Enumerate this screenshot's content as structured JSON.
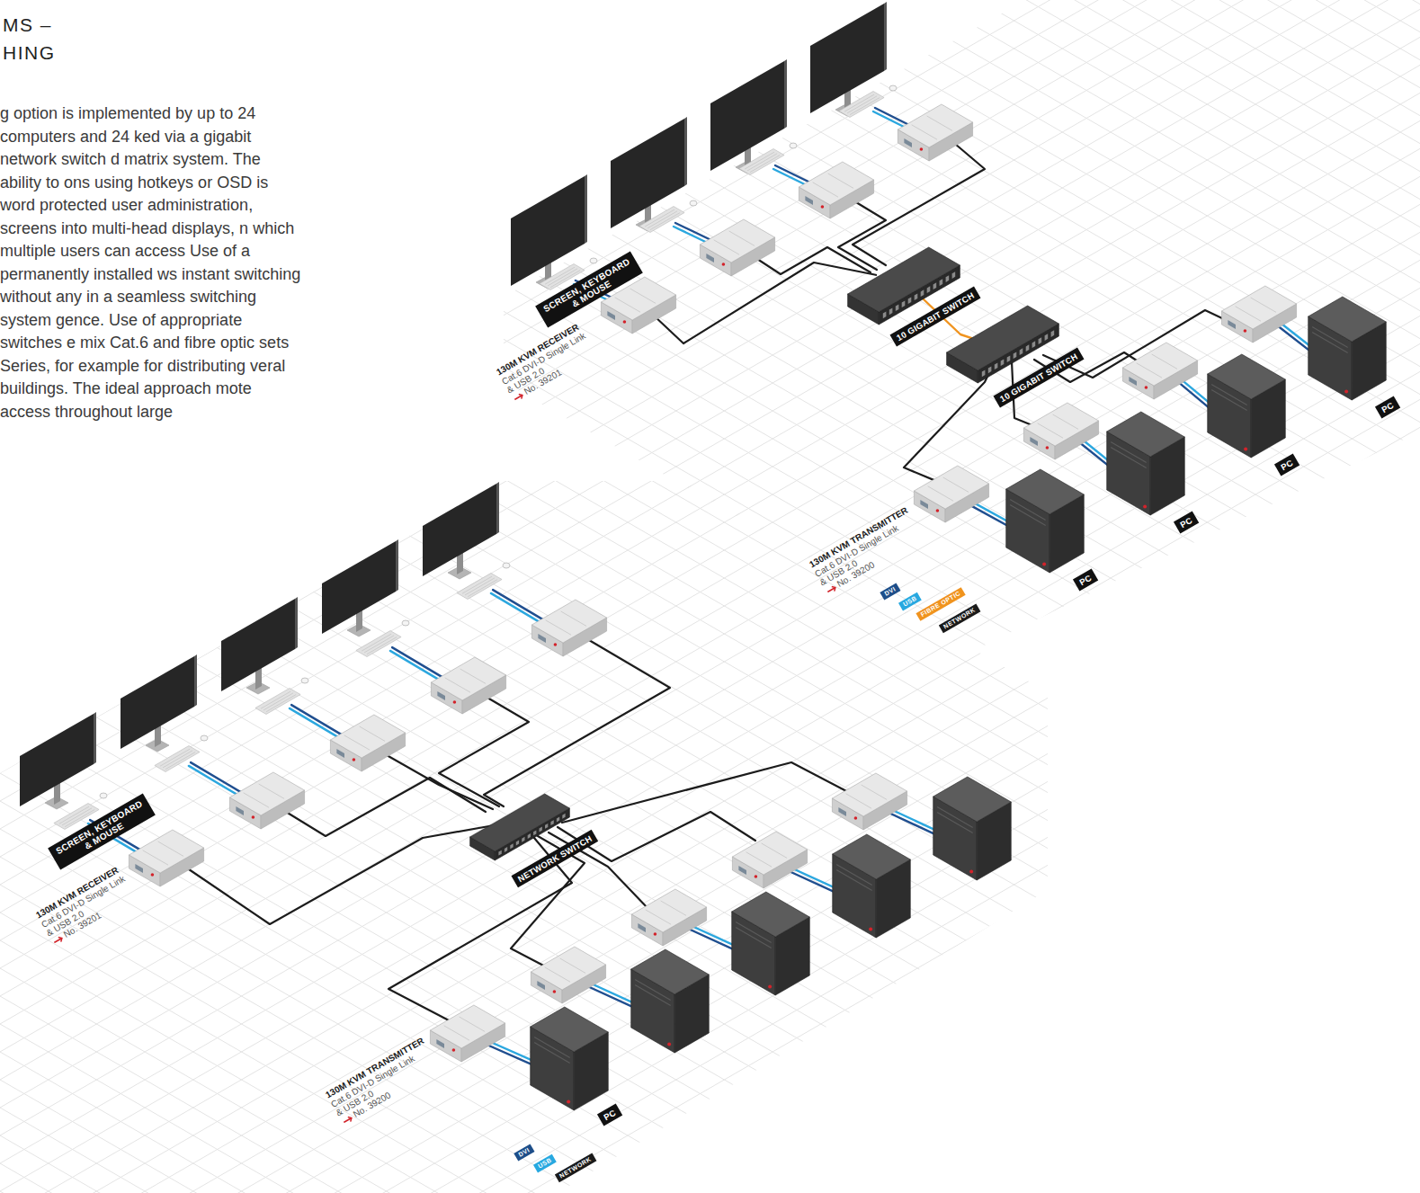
{
  "diagram": {
    "title": "MS – HING",
    "nodes": [
      {
        "text": [
          "SCREEN, KEYBOARD & MOUSE"
        ]
      },
      {
        "text": [
          "130M KVM RECEIVER",
          "Cat.6 DVI-D Single Link & USB 2.0",
          "No. 39201"
        ]
      },
      {
        "text": [
          "10 GIGABIT SWITCH"
        ]
      },
      {
        "text": [
          "10 GIGABIT SWITCH"
        ]
      },
      {
        "text": [
          "130M KVM TRANSMITTER",
          "Cat.6 DVI-D Single Link & USB 2.0",
          "No. 39200"
        ]
      },
      {
        "text": [
          "PC"
        ]
      },
      {
        "text": [
          "PC"
        ]
      },
      {
        "text": [
          "PC"
        ]
      },
      {
        "text": [
          "PC"
        ]
      },
      {
        "text": [
          "SCREEN, KEYBOARD & MOUSE"
        ]
      },
      {
        "text": [
          "130M KVM RECEIVER",
          "Cat.6 DVI-D Single Link & USB 2.0",
          "No. 39201"
        ]
      },
      {
        "text": [
          "NETWORK SWITCH"
        ]
      },
      {
        "text": [
          "130M KVM TRANSMITTER",
          "Cat.6 DVI-D Single Link & USB 2.0",
          "No. 39200"
        ]
      },
      {
        "text": [
          "PC"
        ]
      }
    ],
    "edges": [
      {
        "from": 1,
        "to": 2,
        "arrow": "none"
      },
      {
        "from": 2,
        "to": 3,
        "arrow": "none"
      },
      {
        "from": 3,
        "to": 4,
        "arrow": "none"
      },
      {
        "from": 10,
        "to": 11,
        "arrow": "none"
      },
      {
        "from": 11,
        "to": 12,
        "arrow": "none"
      }
    ],
    "labels": [
      "g option is implemented by up to 24 computers and 24 ked via a gigabit network switch d matrix system. The ability to ons using hotkeys or OSD is word protected user administration, screens into multi-head displays, n which multiple users can access Use of a permanently installed ws instant switching without any in a seamless switching system gence. Use of appropriate switches e mix Cat.6 and fibre optic sets Series, for example for distributing veral buildings. The ideal approach mote access throughout large"
    ],
    "legend": [
      {
        "text": "DVI",
        "color": "#1d4e89"
      },
      {
        "text": "USB",
        "color": "#27a8e0"
      },
      {
        "text": "FIBRE OPTIC",
        "color": "#f0931e"
      },
      {
        "text": "NETWORK",
        "color": "#1a1a1a"
      },
      {
        "text": "DVI",
        "color": "#1d4e89"
      },
      {
        "text": "USB",
        "color": "#27a8e0"
      },
      {
        "text": "NETWORK",
        "color": "#1a1a1a"
      }
    ]
  }
}
